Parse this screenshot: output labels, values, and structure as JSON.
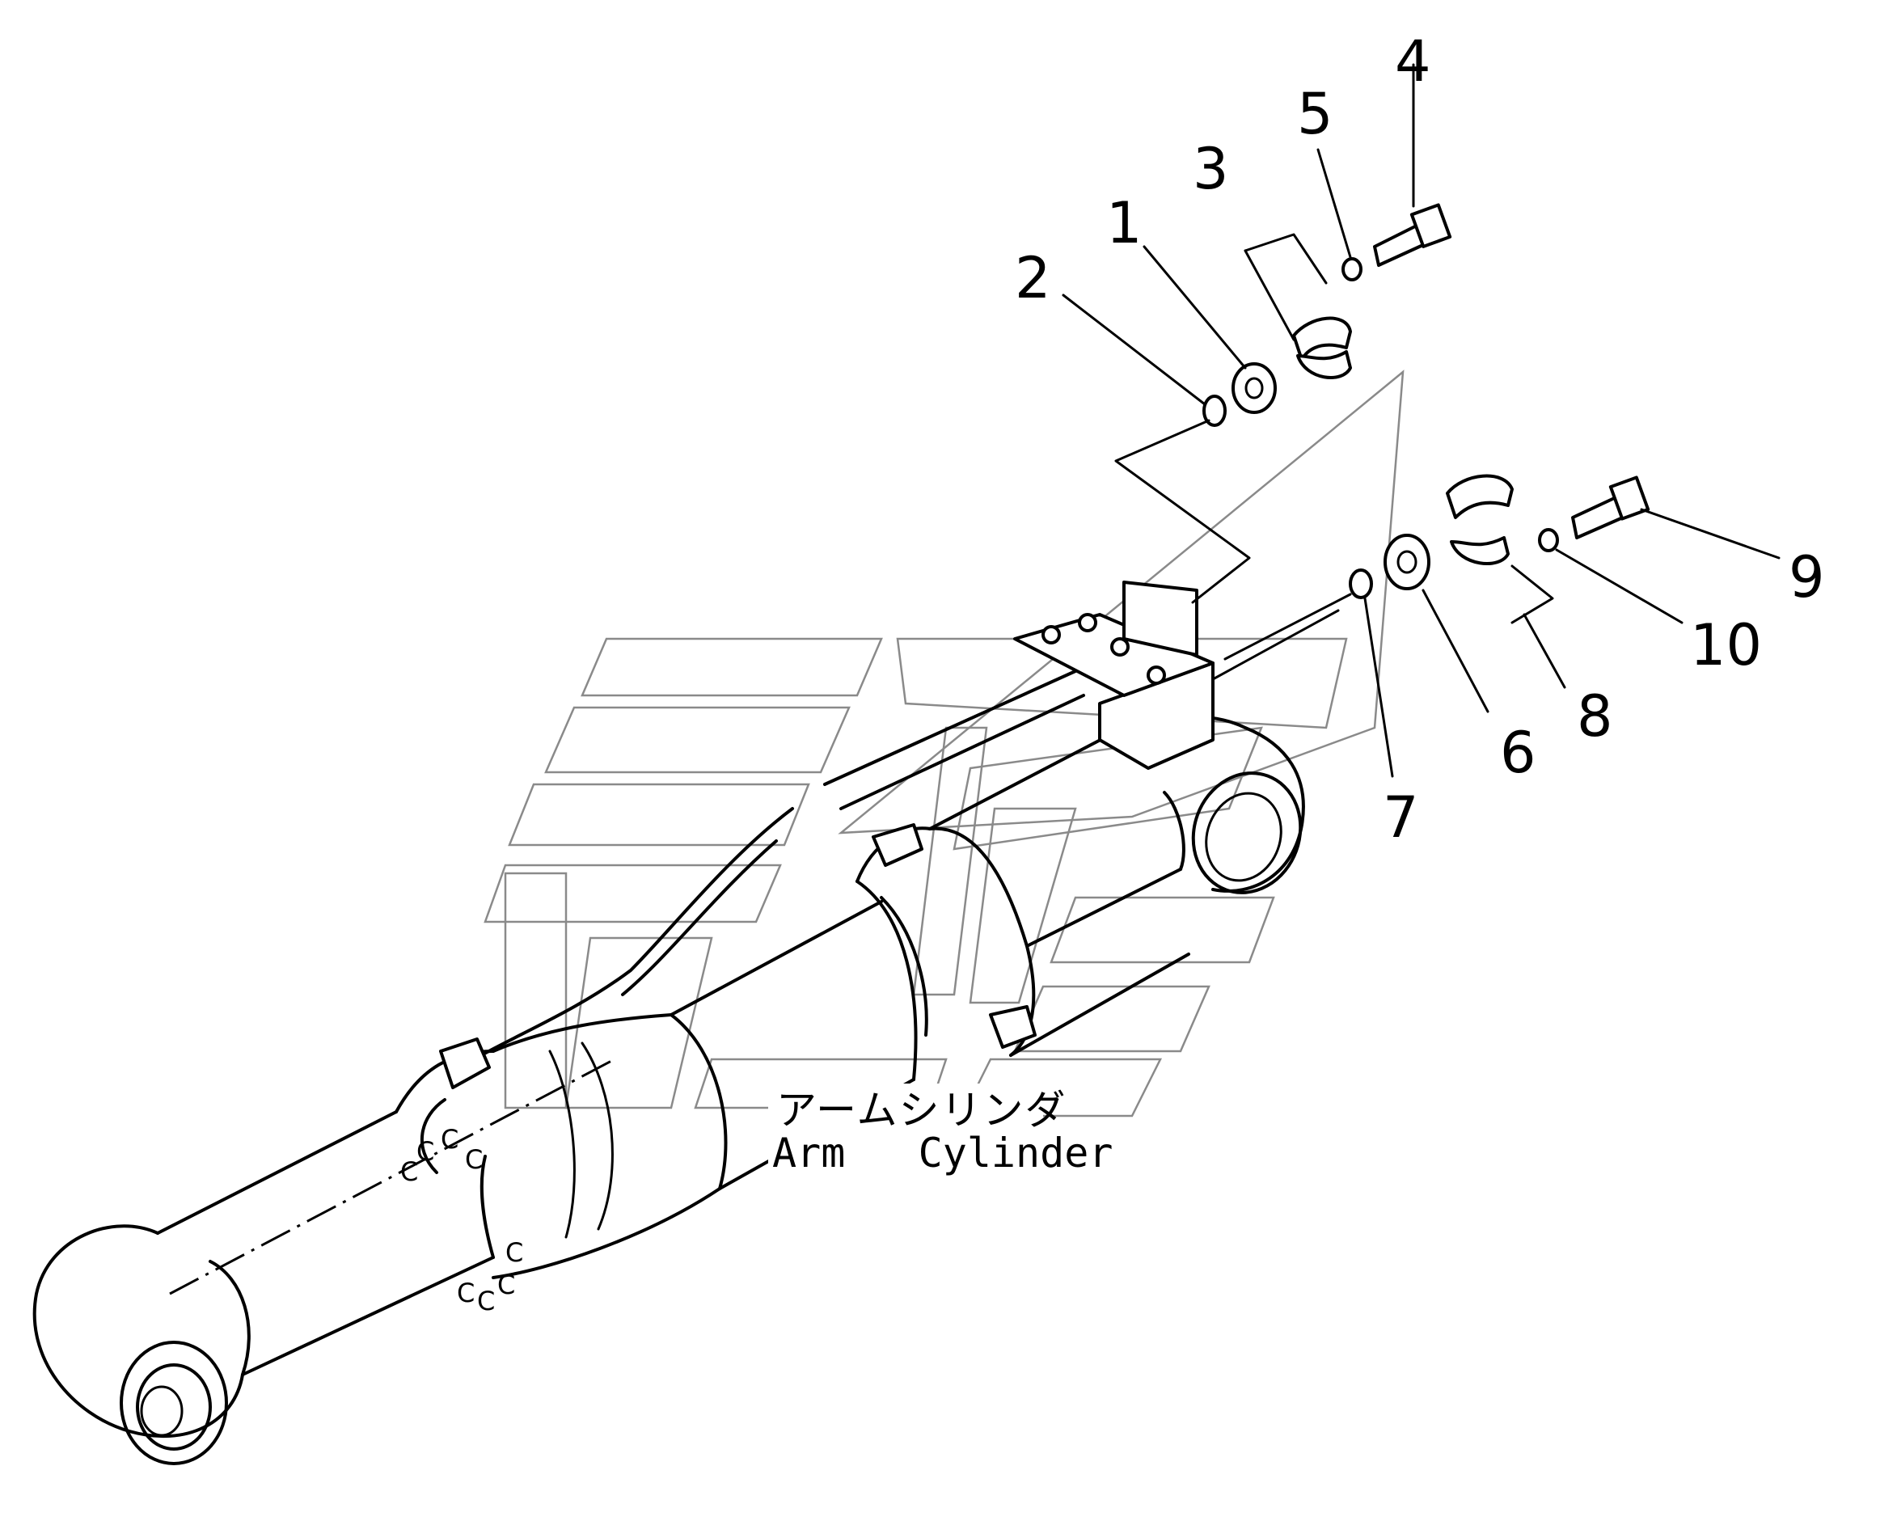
{
  "diagram": {
    "caption_jp": "アームシリンダ",
    "caption_en": "Arm   Cylinder",
    "callouts": [
      "1",
      "2",
      "3",
      "4",
      "5",
      "6",
      "7",
      "8",
      "9",
      "10"
    ]
  }
}
